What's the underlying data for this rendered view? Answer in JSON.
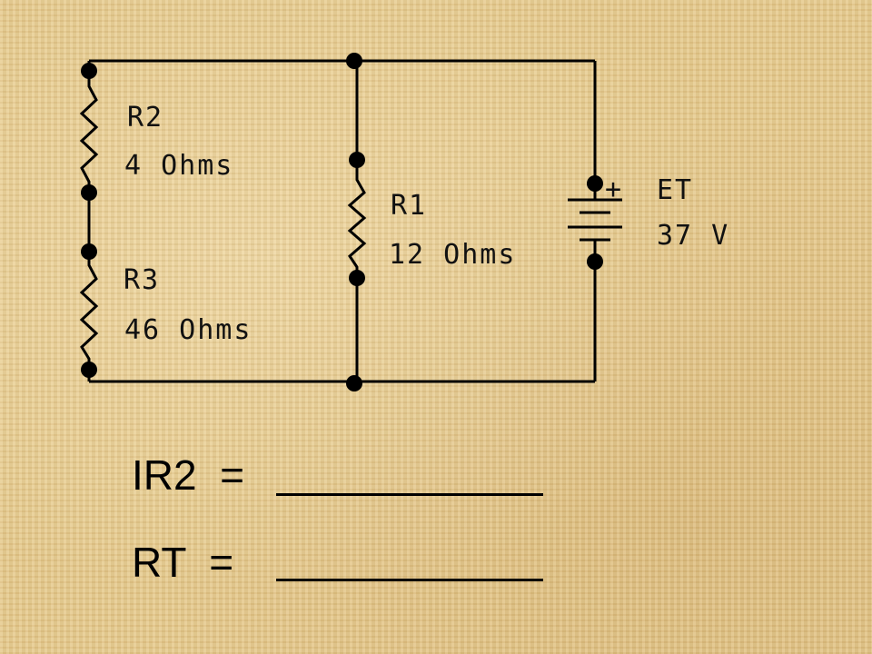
{
  "components": {
    "r2": {
      "name": "R2",
      "value": "4 Ohms"
    },
    "r3": {
      "name": "R3",
      "value": "46 Ohms"
    },
    "r1": {
      "name": "R1",
      "value": "12 Ohms"
    },
    "source": {
      "name": "ET",
      "value": "37 V",
      "polarity": "+"
    }
  },
  "questions": {
    "q1": {
      "label": "IR2  ="
    },
    "q2": {
      "label": "RT  ="
    }
  },
  "colors": {
    "wire": "#000000",
    "background": "#e6c98a"
  }
}
